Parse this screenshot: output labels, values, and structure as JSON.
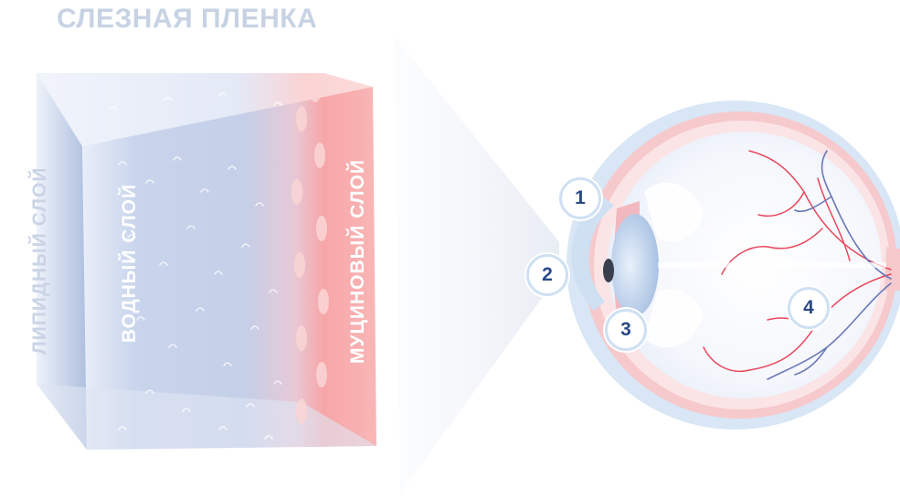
{
  "title": "СЛЕЗНАЯ ПЛЕНКА",
  "layers": {
    "lipid": "ЛИПИДНЫЙ СЛОЙ",
    "aqueous": "ВОДНЫЙ СЛОЙ",
    "mucin": "МУЦИНОВЫЙ СЛОЙ"
  },
  "markers": [
    "1",
    "2",
    "3",
    "4"
  ],
  "colors": {
    "title": "#c7d3e4",
    "lipid": "#c9d4e6",
    "aqueous": "#bccbe6",
    "mucin": "#f7a3a6",
    "marker_text": "#2a4a86",
    "vessel_red": "#e8475c",
    "vessel_blue": "#6b79b8"
  }
}
